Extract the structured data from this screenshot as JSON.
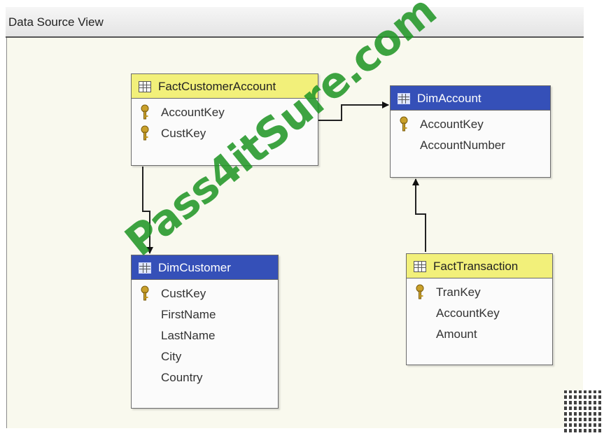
{
  "header": {
    "title": "Data Source View"
  },
  "tables": {
    "fact_customer_account": {
      "title": "FactCustomerAccount",
      "columns": [
        "AccountKey",
        "CustKey"
      ]
    },
    "dim_account": {
      "title": "DimAccount",
      "columns": [
        "AccountKey",
        "AccountNumber"
      ]
    },
    "dim_customer": {
      "title": "DimCustomer",
      "columns": [
        "CustKey",
        "FirstName",
        "LastName",
        "City",
        "Country"
      ]
    },
    "fact_transaction": {
      "title": "FactTransaction",
      "columns": [
        "TranKey",
        "AccountKey",
        "Amount"
      ]
    }
  },
  "watermark": "Pass4itSure.com",
  "colors": {
    "fact_header": "#f2f07a",
    "dim_header": "#3550b8",
    "canvas": "#f9f9ee",
    "watermark": "#229628"
  }
}
